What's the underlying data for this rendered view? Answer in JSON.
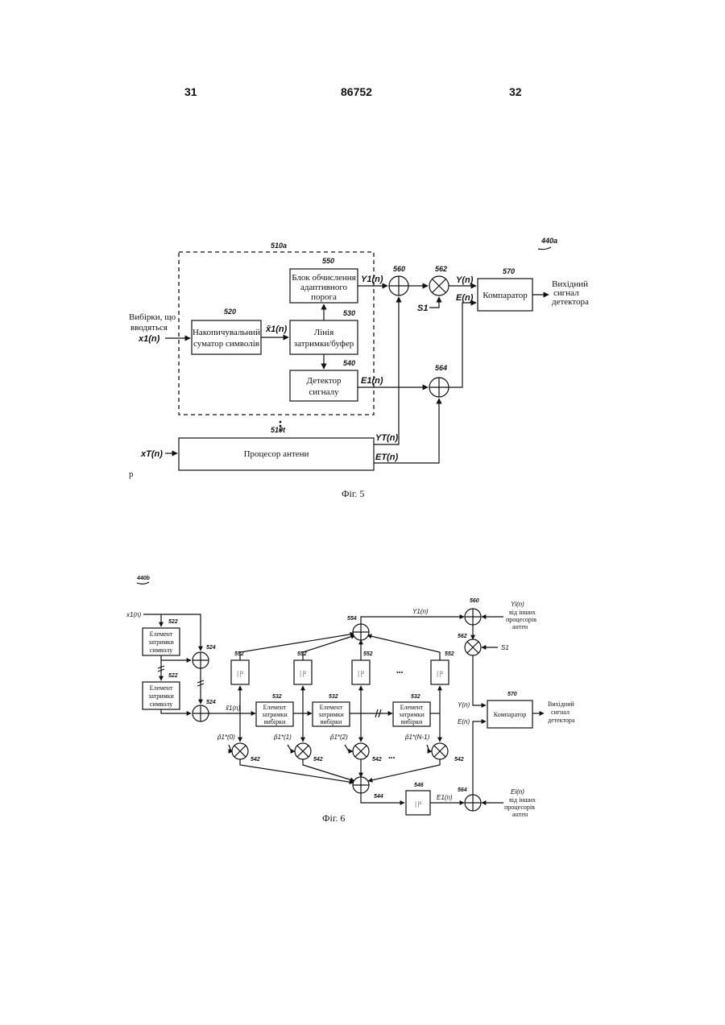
{
  "header": {
    "page_left": "31",
    "patent_number": "86752",
    "page_right": "32"
  },
  "fig5": {
    "caption": "Фіг. 5",
    "ref_device": "440a",
    "ref_processor": "510a",
    "ref_processor_t": "510t",
    "input_label_line1": "Вибірки, що",
    "input_label_line2": "вводяться",
    "x1": "x1(n)",
    "xt": "xT(n)",
    "acc": {
      "ref": "520",
      "line1": "Накопичувальний",
      "line2": "суматор символів"
    },
    "adaptive": {
      "ref": "550",
      "line1": "Блок обчислення",
      "line2": "адаптивного",
      "line3": "порога"
    },
    "delay": {
      "ref": "530",
      "line1": "Лінія",
      "line2": "затримки/буфер"
    },
    "detector": {
      "ref": "540",
      "line1": "Детектор",
      "line2": "сигналу"
    },
    "ant_proc": {
      "label": "Процесор антени"
    },
    "comparator": {
      "ref": "570",
      "label": "Компаратор"
    },
    "sum1_ref": "560",
    "mult_ref": "562",
    "sum2_ref": "564",
    "x1_acc": "x̃1(n)",
    "y1": "Y1(n)",
    "e1": "E1(n)",
    "yt": "YT(n)",
    "et": "ET(n)",
    "yn": "Y(n)",
    "en": "E(n)",
    "s1": "S1",
    "output_line1": "Вихідний",
    "output_line2": "сигнал",
    "output_line3": "детектора",
    "stray": "р"
  },
  "fig6": {
    "caption": "Фіг. 6",
    "ref_device": "440b",
    "xin": "x1(n)",
    "sym_delay": {
      "ref": "522",
      "line1": "Елемент",
      "line2": "затримки",
      "line3": "символу"
    },
    "sum_ref": "524",
    "x_acc": "x̃1(n)",
    "abs_label": "| |²",
    "abs_ref": "552",
    "samp_delay": {
      "ref": "532",
      "line1": "Елемент",
      "line2": "затримки",
      "line3": "вибірки"
    },
    "mult_ref": "542",
    "sum554_ref": "554",
    "sum544_ref": "544",
    "abs546_ref": "546",
    "p0": "p̂1*(0)",
    "p1": "p̂1*(1)",
    "p2": "p̂1*(2)",
    "pN": "p̂1*(N-1)",
    "dots": "•••",
    "yi": "Y1(n)",
    "ei": "E1(n)",
    "yi_other": "Yi(n)",
    "ei_other": "Ei(n)",
    "other_line1": "від інших",
    "other_line2": "процесорів",
    "other_line3": "антен",
    "s1": "S1",
    "ref560": "560",
    "ref562": "562",
    "ref564": "564",
    "comparator": {
      "ref": "570",
      "label": "Компаратор"
    },
    "yn": "Y(n)",
    "en": "E(n)",
    "output_line1": "Вихідний",
    "output_line2": "сигнал",
    "output_line3": "детектора"
  }
}
